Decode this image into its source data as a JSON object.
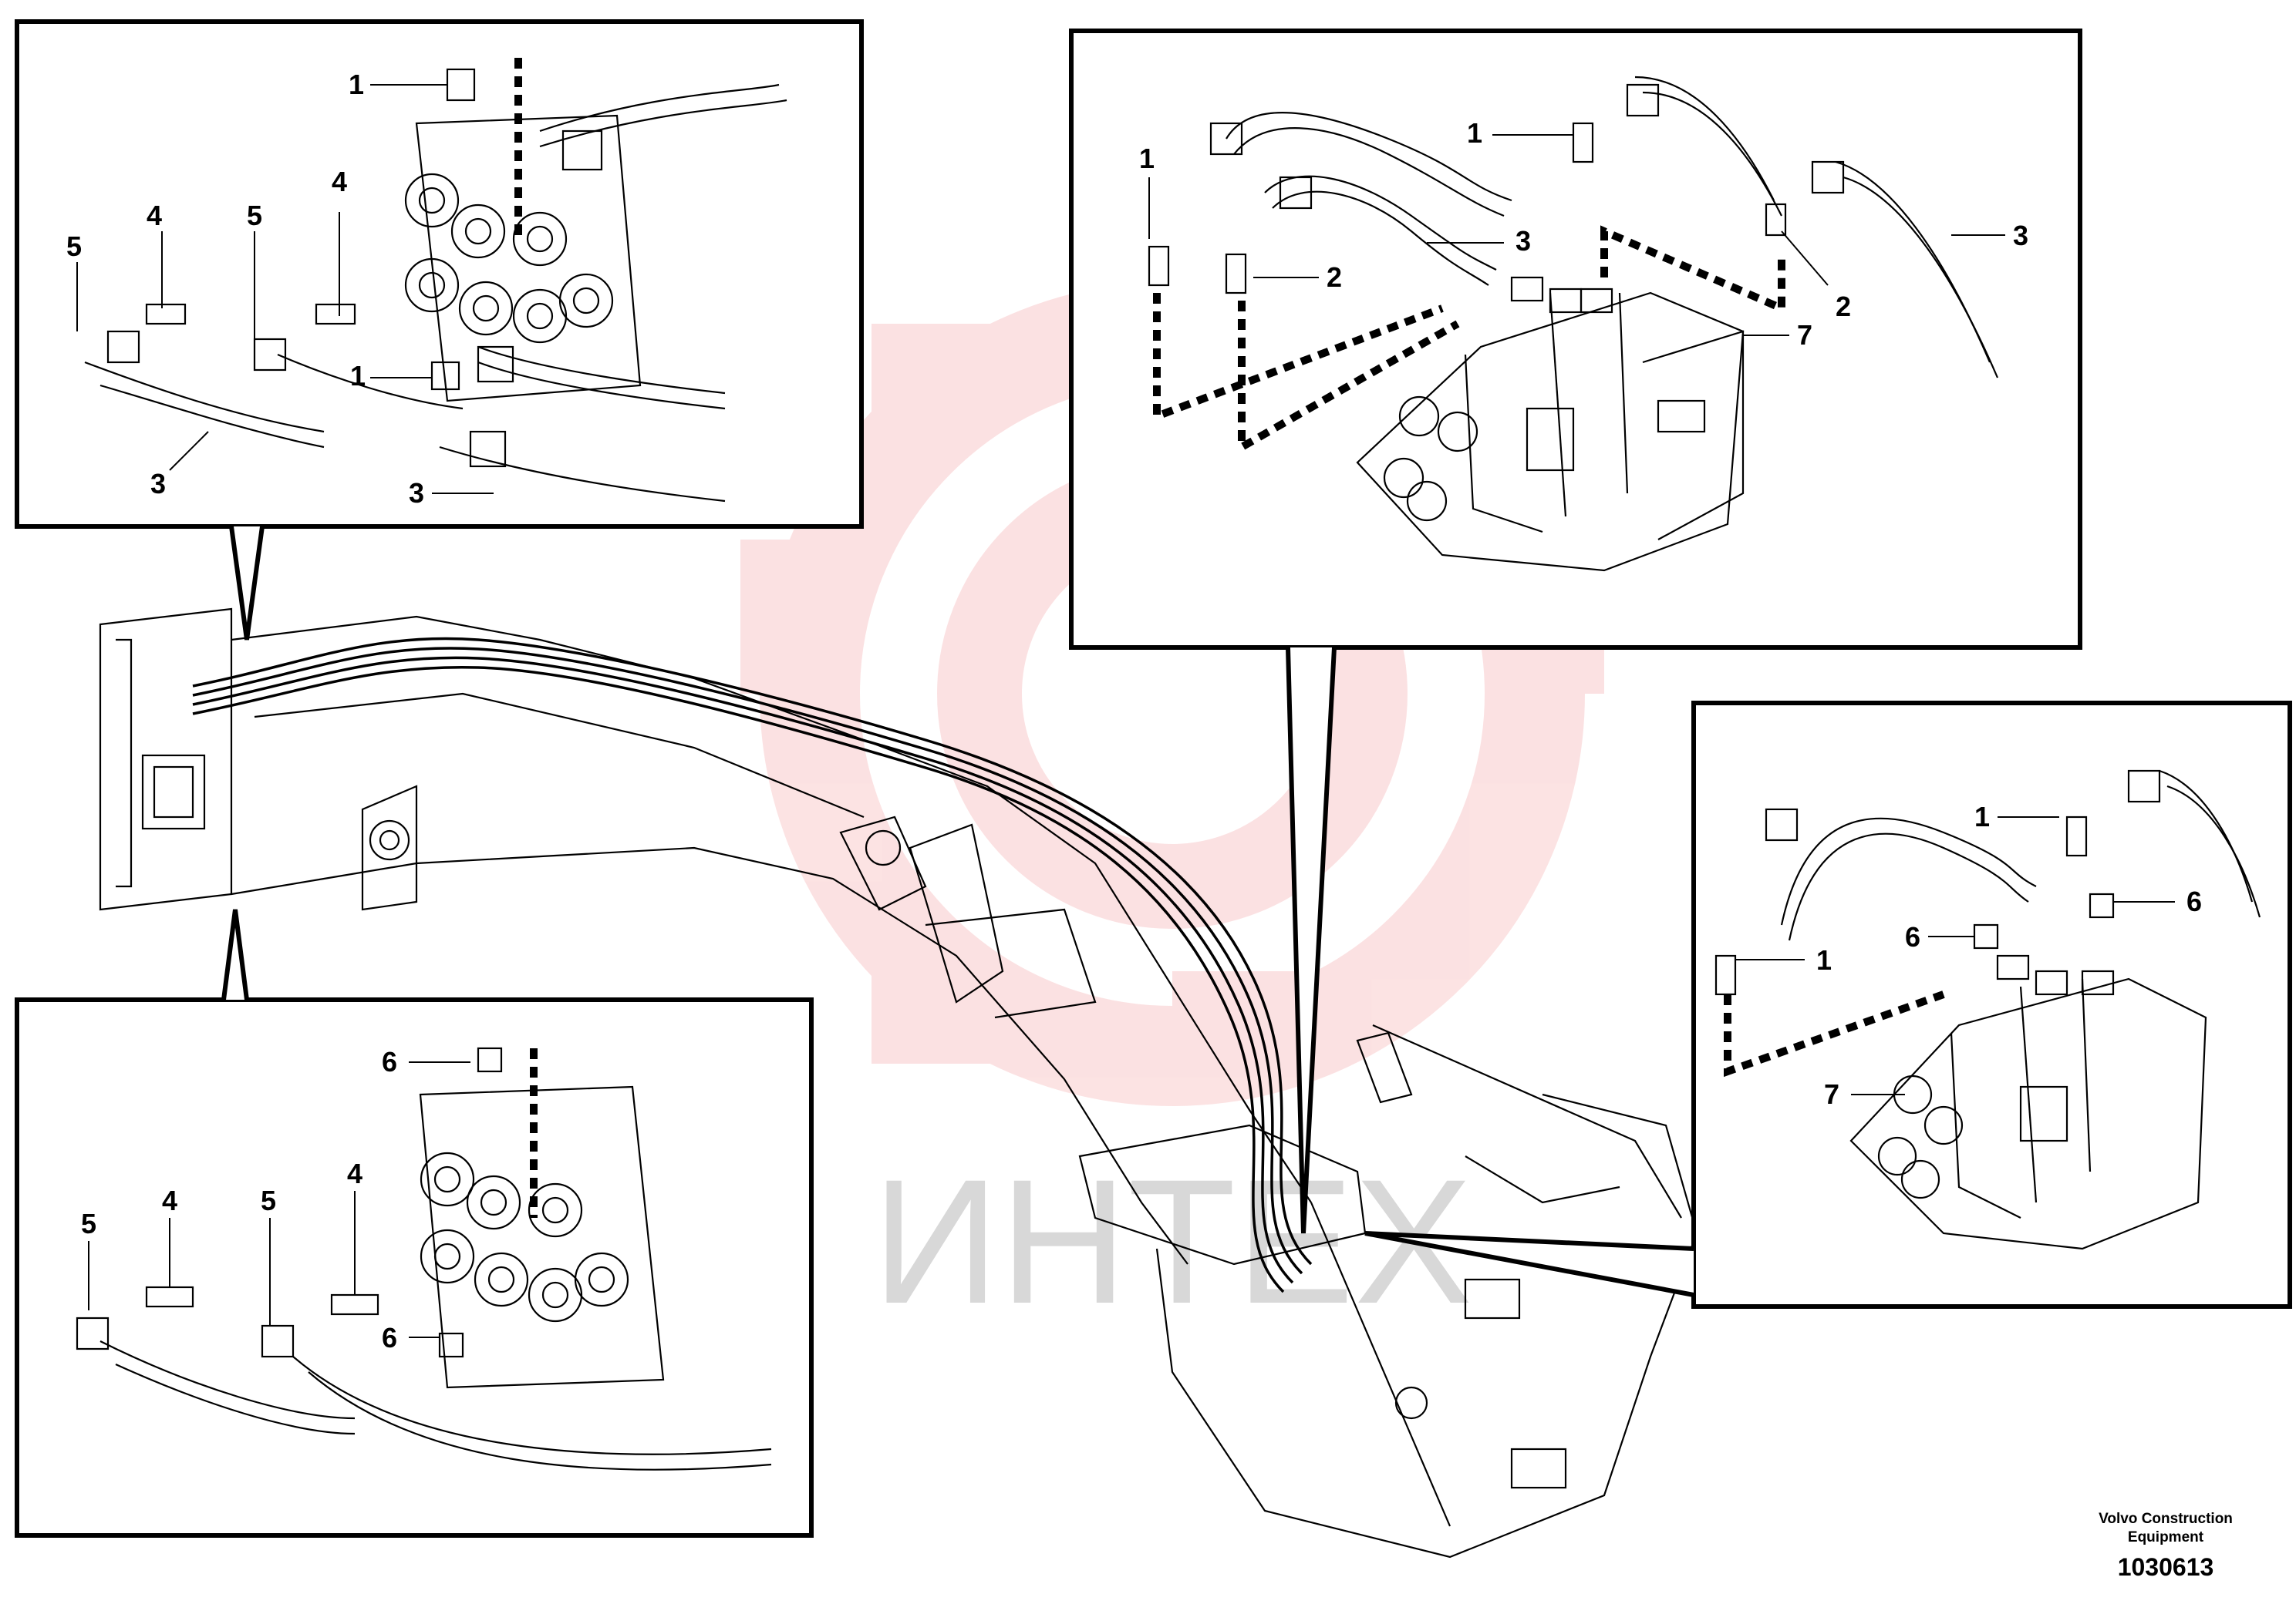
{
  "footer": {
    "brand_line1": "Volvo Construction",
    "brand_line2": "Equipment",
    "drawing_number": "1030613"
  },
  "watermark": {
    "text": "ИНТЕХ",
    "color": "#e8232a"
  },
  "callouts": {
    "top_left": [
      "1",
      "4",
      "5",
      "4",
      "5",
      "1",
      "3",
      "3"
    ],
    "top_right": [
      "1",
      "1",
      "3",
      "2",
      "2",
      "3",
      "7"
    ],
    "right": [
      "1",
      "6",
      "6",
      "1",
      "7"
    ],
    "bottom_left": [
      "6",
      "4",
      "5",
      "4",
      "5",
      "6"
    ]
  }
}
